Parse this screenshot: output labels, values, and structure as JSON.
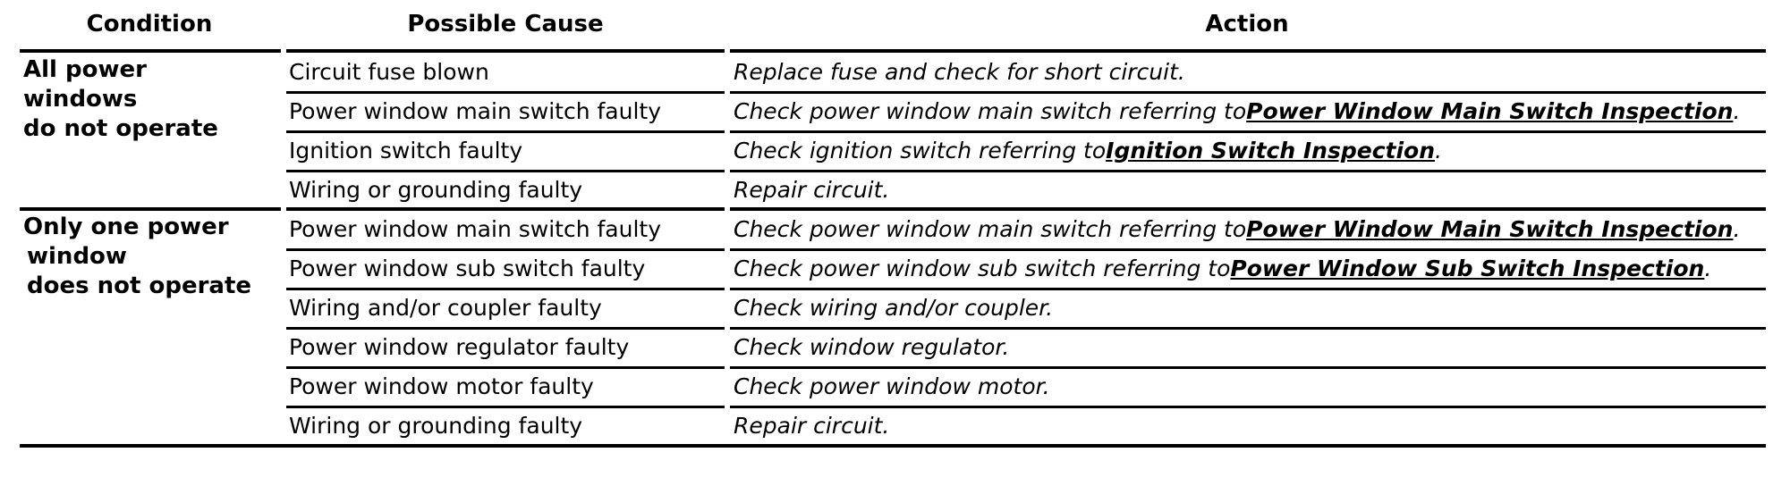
{
  "table": {
    "headers": {
      "condition": "Condition",
      "cause": "Possible Cause",
      "action": "Action"
    },
    "groups": [
      {
        "condition_lines": [
          "All power",
          "windows",
          "do not operate"
        ],
        "rows": [
          {
            "cause": "Circuit fuse blown",
            "action_text": "Replace fuse and check for short circuit.",
            "link": "",
            "suffix": ""
          },
          {
            "cause": "Power window main switch faulty",
            "action_text": "Check power window main switch referring to ",
            "link": "Power Window Main Switch Inspection",
            "suffix": "."
          },
          {
            "cause": "Ignition switch faulty",
            "action_text": "Check ignition switch referring to ",
            "link": "Ignition Switch Inspection",
            "suffix": "."
          },
          {
            "cause": "Wiring or grounding faulty",
            "action_text": "Repair circuit.",
            "link": "",
            "suffix": ""
          }
        ]
      },
      {
        "condition_lines": [
          "Only one power",
          "window",
          "does not operate"
        ],
        "rows": [
          {
            "cause": "Power window main switch faulty",
            "action_text": "Check power window main switch referring to ",
            "link": "Power Window Main Switch Inspection",
            "suffix": "."
          },
          {
            "cause": "Power window sub switch faulty",
            "action_text": "Check power window sub switch referring to ",
            "link": "Power Window Sub Switch Inspection",
            "suffix": "."
          },
          {
            "cause": "Wiring and/or coupler faulty",
            "action_text": "Check wiring and/or coupler.",
            "link": "",
            "suffix": ""
          },
          {
            "cause": "Power window regulator faulty",
            "action_text": "Check window regulator.",
            "link": "",
            "suffix": ""
          },
          {
            "cause": "Power window motor faulty",
            "action_text": "Check power window motor.",
            "link": "",
            "suffix": ""
          },
          {
            "cause": "Wiring or grounding faulty",
            "action_text": "Repair circuit.",
            "link": "",
            "suffix": ""
          }
        ]
      }
    ]
  }
}
